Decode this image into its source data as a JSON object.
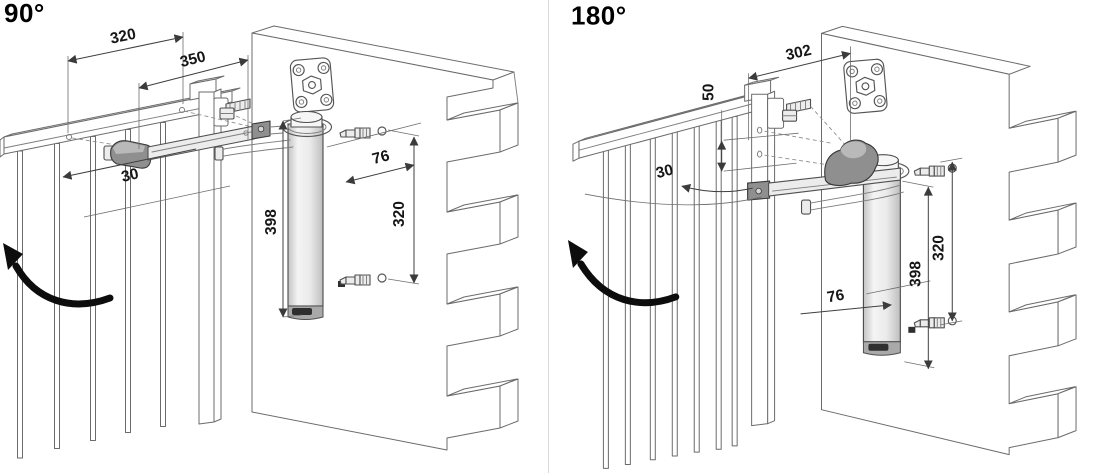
{
  "page": {
    "background": "#ffffff",
    "divider_color": "#d9d9d9",
    "line_color": "#5a5a5a",
    "dark_part_color": "#8f8f8f",
    "arrow_color": "#0d0d0d",
    "dim_text_color": "#161616"
  },
  "panels": [
    {
      "title": "90°",
      "dims": {
        "gate_width": "320",
        "arm_projection": "350",
        "bar_offset": "30",
        "closer_height": "398",
        "wall_offset": "76",
        "anchor_spacing": "320"
      }
    },
    {
      "title": "180°",
      "dims": {
        "post_to_wall": "302",
        "hole_spacing": "50",
        "bar_offset": "30",
        "wall_offset": "76",
        "closer_height": "398",
        "anchor_spacing": "320"
      }
    }
  ]
}
